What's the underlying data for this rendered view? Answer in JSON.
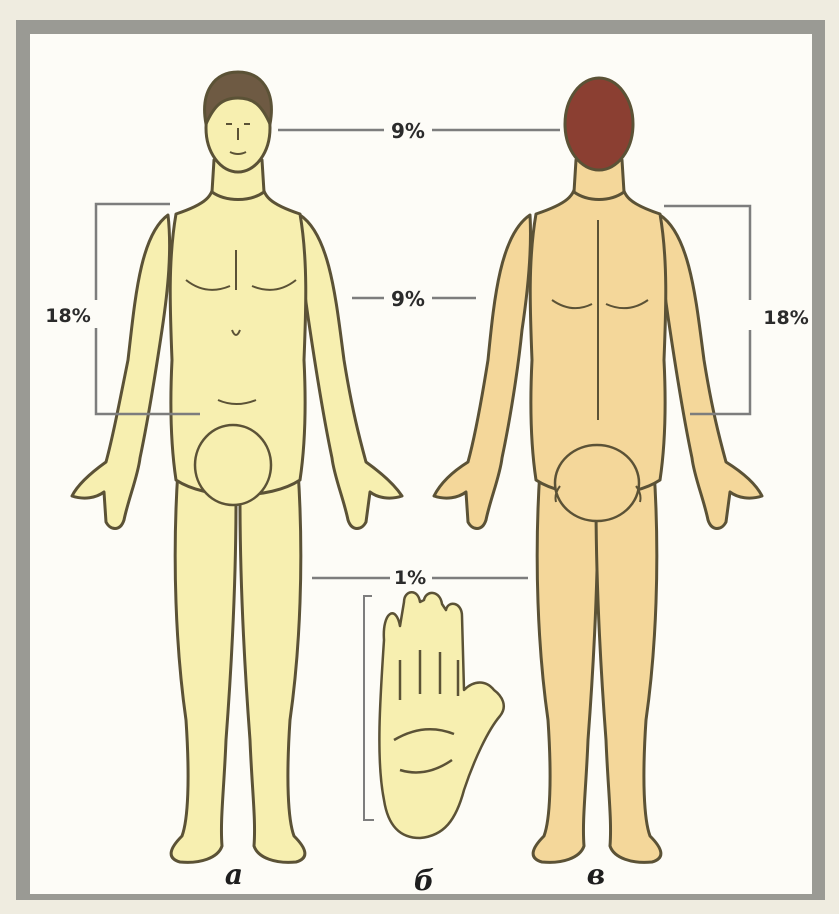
{
  "figure": {
    "labels": {
      "head": "9%",
      "trunk_front": "9%",
      "arm_left": "18%",
      "arm_right": "18%",
      "perineum": "1%"
    },
    "captions": {
      "front": "а",
      "palm": "б",
      "back": "в"
    },
    "colors": {
      "background": "#efece0",
      "frame": "#9a9a94",
      "panel": "#fdfcf7",
      "skin_front": "#f7efb0",
      "skin_back": "#f4d79a",
      "outline": "#5b5236",
      "hair_front": "#6e5a43",
      "hair_back": "#8b3f32",
      "guide_line": "#7d7d7d"
    }
  }
}
